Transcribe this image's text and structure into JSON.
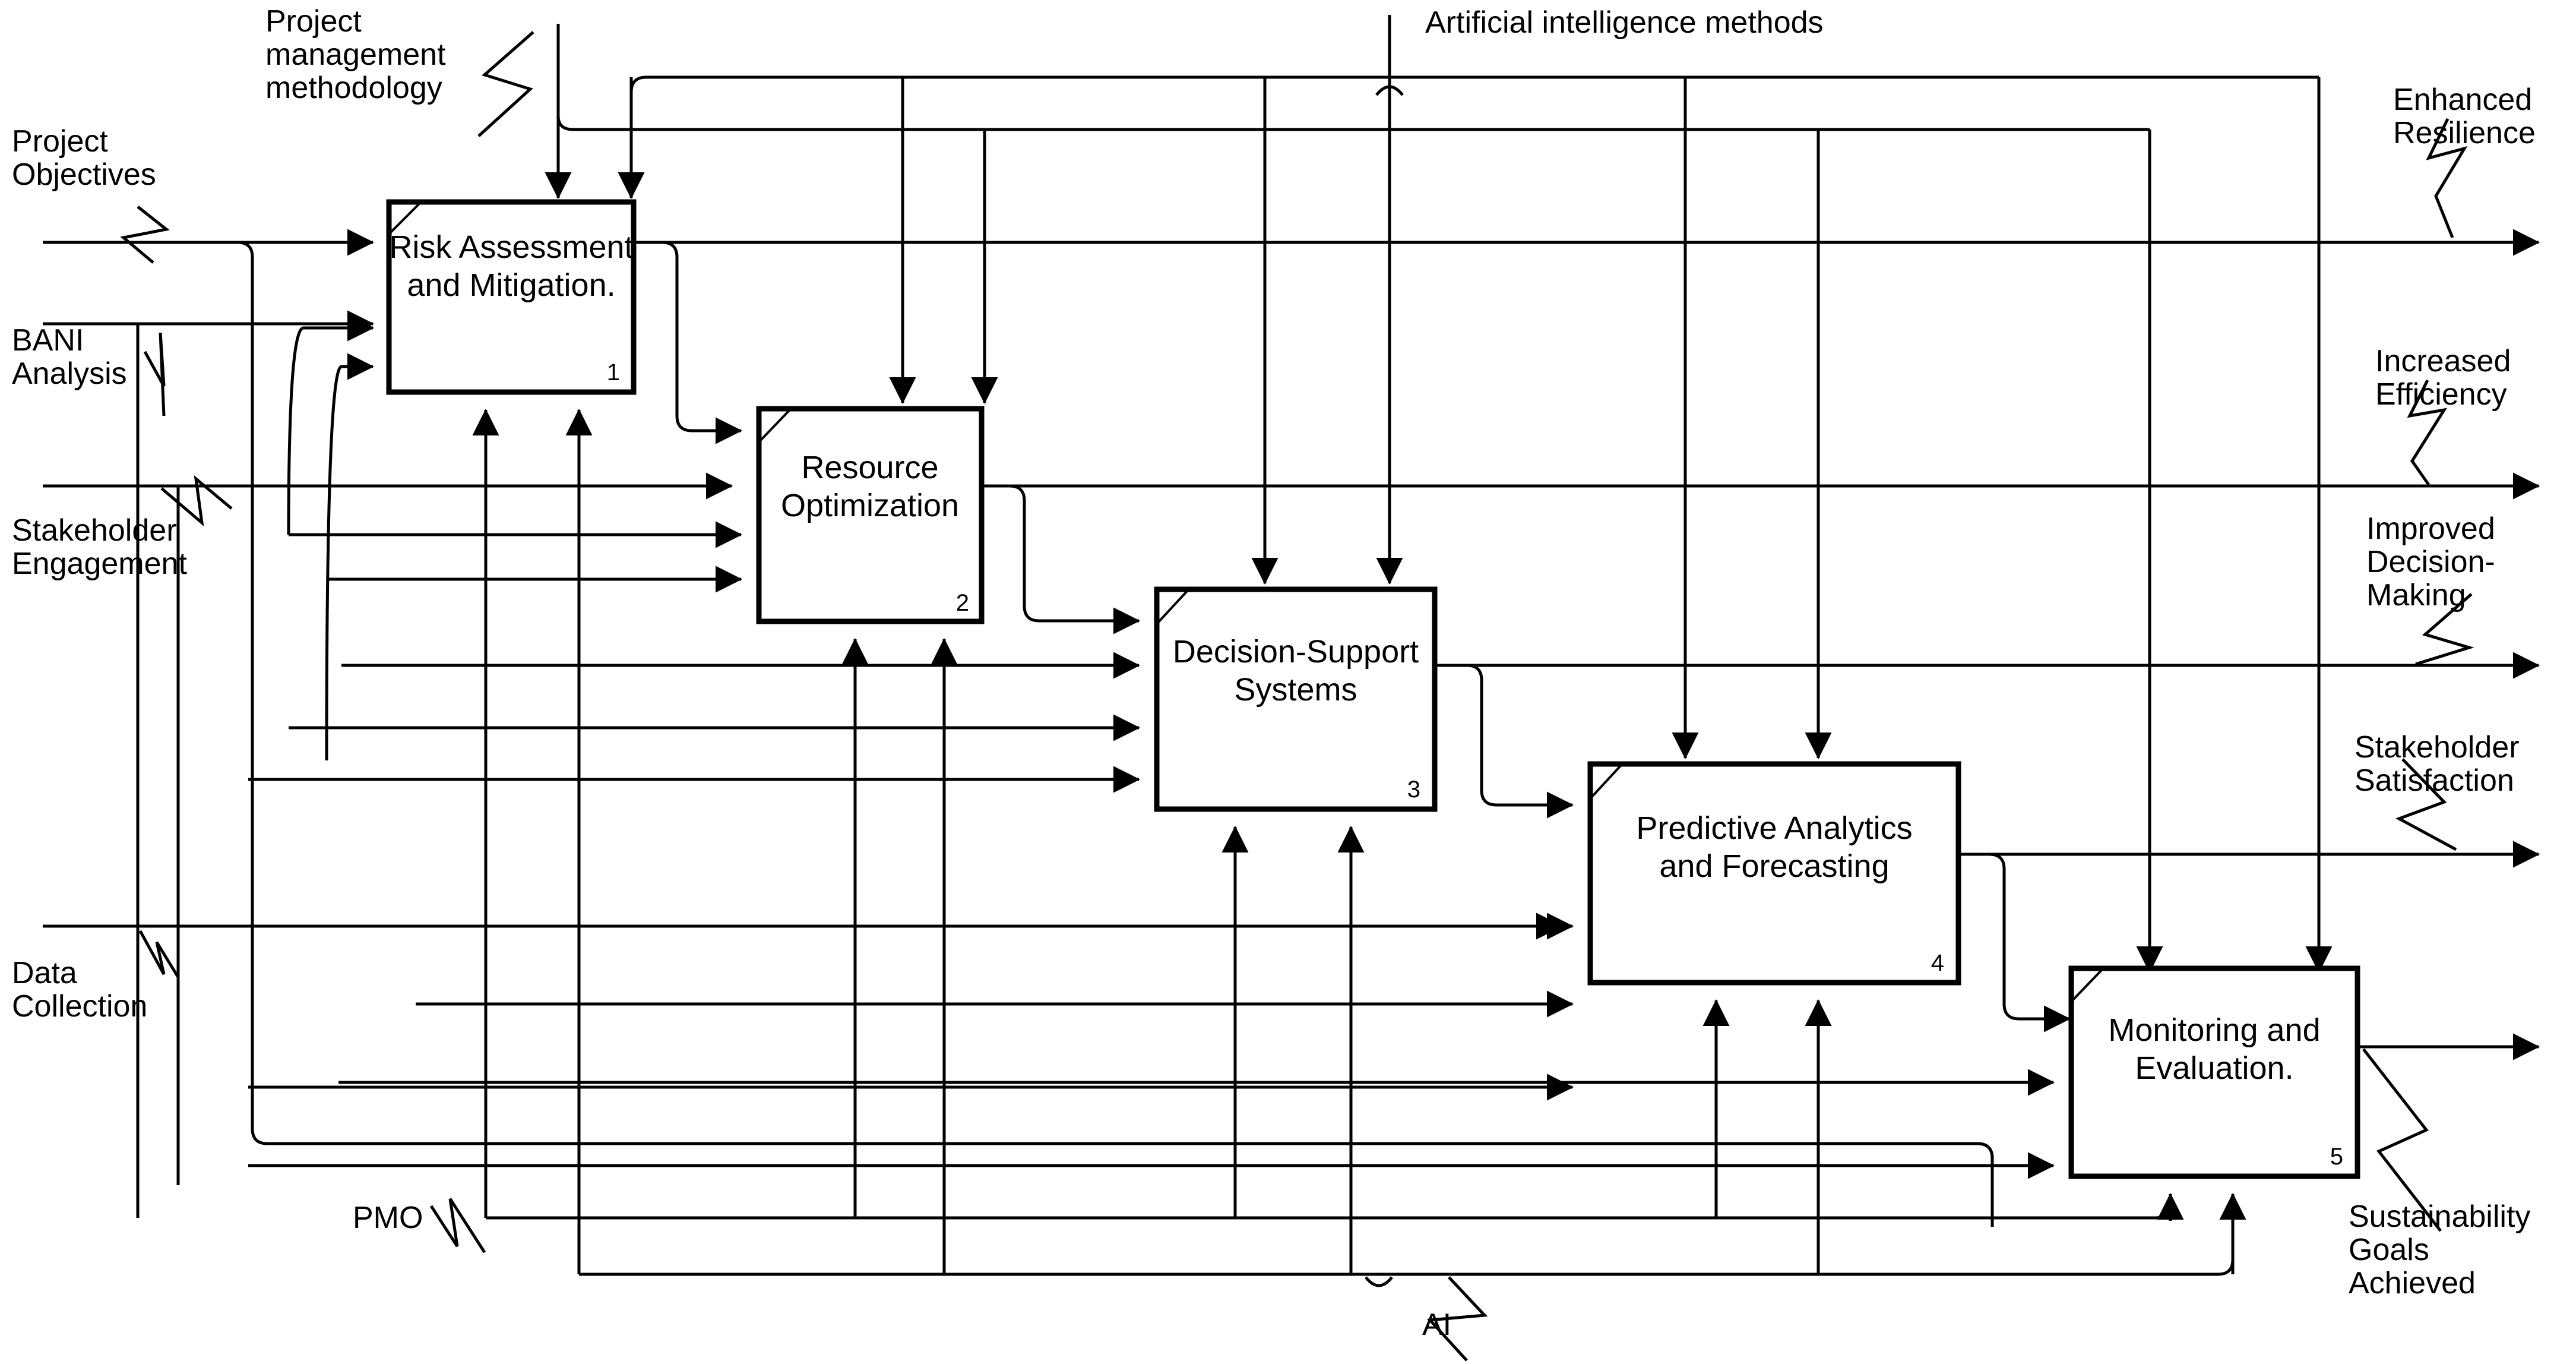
{
  "diagram": {
    "type": "IDEF0",
    "title_note": "Artificial intelligence methods",
    "activities": [
      {
        "id": 1,
        "line1": "Risk Assessment",
        "line2": "and Mitigation.",
        "number": "1"
      },
      {
        "id": 2,
        "line1": "Resource",
        "line2": "Optimization",
        "number": "2"
      },
      {
        "id": 3,
        "line1": "Decision-Support",
        "line2": "Systems",
        "number": "3"
      },
      {
        "id": 4,
        "line1": "Predictive Analytics",
        "line2": "and Forecasting",
        "number": "4"
      },
      {
        "id": 5,
        "line1": "Monitoring and",
        "line2": "Evaluation.",
        "number": "5"
      }
    ],
    "inputs": [
      {
        "key": "project_objectives",
        "line1": "Project",
        "line2": "Objectives"
      },
      {
        "key": "bani_analysis",
        "line1": "BANI",
        "line2": "Analysis"
      },
      {
        "key": "stakeholder_engagement",
        "line1": "Stakeholder",
        "line2": "Engagement"
      },
      {
        "key": "data_collection",
        "line1": "Data",
        "line2": "Collection"
      }
    ],
    "controls": [
      {
        "key": "project_management_methodology",
        "line1": "Project",
        "line2": "management",
        "line3": "methodology"
      },
      {
        "key": "artificial_intelligence_methods",
        "line1": "Artificial intelligence methods"
      }
    ],
    "mechanisms": [
      {
        "key": "pmo",
        "line1": "PMO"
      },
      {
        "key": "ai",
        "line1": "AI"
      }
    ],
    "outputs": [
      {
        "key": "enhanced_resilience",
        "line1": "Enhanced",
        "line2": "Resilience"
      },
      {
        "key": "increased_efficiency",
        "line1": "Increased",
        "line2": "Efficiency"
      },
      {
        "key": "improved_decision_making",
        "line1": "Improved",
        "line2": "Decision-",
        "line3": "Making"
      },
      {
        "key": "stakeholder_satisfaction",
        "line1": "Stakeholder",
        "line2": "Satisfaction"
      },
      {
        "key": "sustainability_goals",
        "line1": "Sustainability",
        "line2": "Goals",
        "line3": "Achieved"
      }
    ],
    "colors": {
      "line": "#000000",
      "background": "#ffffff",
      "box_fill": "#ffffff"
    }
  }
}
